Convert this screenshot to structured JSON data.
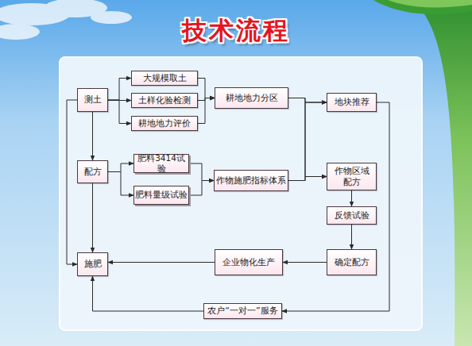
{
  "diagram": {
    "title": "技术流程",
    "nodes": [
      {
        "text": [
          "测土"
        ]
      },
      {
        "text": [
          "大规模取土"
        ]
      },
      {
        "text": [
          "土样化验检测"
        ]
      },
      {
        "text": [
          "耕地地力评价"
        ]
      },
      {
        "text": [
          "耕地地力分区"
        ]
      },
      {
        "text": [
          "地块推荐"
        ]
      },
      {
        "text": [
          "配方"
        ]
      },
      {
        "text": [
          "肥料3414试验"
        ]
      },
      {
        "text": [
          "肥料量级试验"
        ]
      },
      {
        "text": [
          "作物施肥指标体系"
        ]
      },
      {
        "text": [
          "作物区域配方"
        ]
      },
      {
        "text": [
          "反馈试验"
        ]
      },
      {
        "text": [
          "施肥"
        ]
      },
      {
        "text": [
          "企业物化生产"
        ]
      },
      {
        "text": [
          "确定配方"
        ]
      },
      {
        "text": [
          "农户“一对一”服务"
        ]
      }
    ],
    "edges": [
      {
        "from": 0,
        "to": 1,
        "arrow": "to"
      },
      {
        "from": 0,
        "to": 2,
        "arrow": "to"
      },
      {
        "from": 0,
        "to": 3,
        "arrow": "to"
      },
      {
        "from": 1,
        "to": 4,
        "arrow": "to"
      },
      {
        "from": 2,
        "to": 4,
        "arrow": "to"
      },
      {
        "from": 3,
        "to": 4,
        "arrow": "to"
      },
      {
        "from": 0,
        "to": 6,
        "arrow": "to"
      },
      {
        "from": 0,
        "to": 12,
        "arrow": "to"
      },
      {
        "from": 6,
        "to": 7,
        "arrow": "to"
      },
      {
        "from": 6,
        "to": 8,
        "arrow": "to"
      },
      {
        "from": 7,
        "to": 9,
        "arrow": "to"
      },
      {
        "from": 8,
        "to": 9,
        "arrow": "to"
      },
      {
        "from": 4,
        "to": 5,
        "arrow": "to"
      },
      {
        "from": 4,
        "to": 10,
        "arrow": "to"
      },
      {
        "from": 9,
        "to": 5,
        "arrow": "to"
      },
      {
        "from": 9,
        "to": 10,
        "arrow": "to"
      },
      {
        "from": 6,
        "to": 12,
        "arrow": "to"
      },
      {
        "from": 10,
        "to": 11,
        "arrow": "to"
      },
      {
        "from": 11,
        "to": 14,
        "arrow": "to"
      },
      {
        "from": 14,
        "to": 13,
        "arrow": "to"
      },
      {
        "from": 13,
        "to": 12,
        "arrow": "to"
      },
      {
        "from": 5,
        "to": 15,
        "arrow": "to"
      },
      {
        "from": 15,
        "to": 12,
        "arrow": "to"
      }
    ]
  }
}
